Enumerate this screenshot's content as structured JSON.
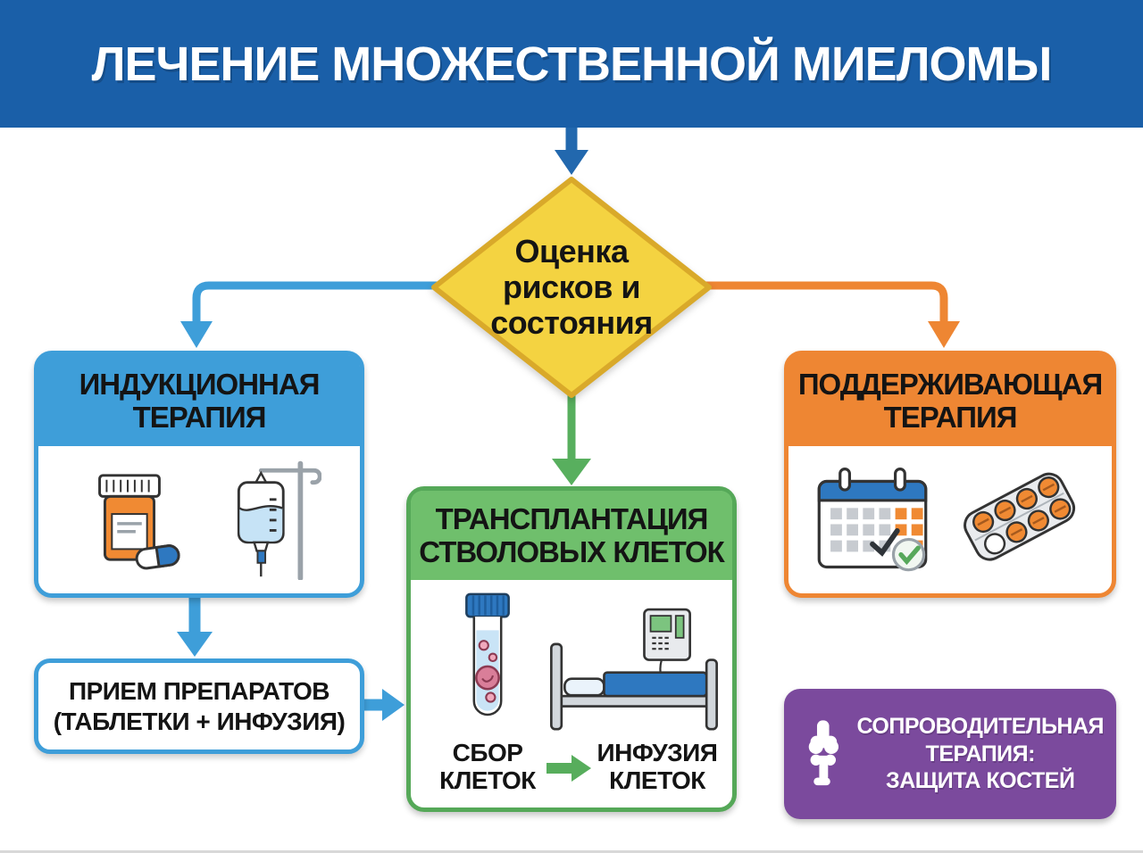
{
  "header": {
    "title": "ЛЕЧЕНИЕ МНОЖЕСТВЕННОЙ МИЕЛОМЫ"
  },
  "decision": {
    "label": "Оценка\nрисков и\nсостояния"
  },
  "boxes": {
    "induction": {
      "title": "ИНДУКЦИОННАЯ\nТЕРАПИЯ",
      "icons": [
        "pill-bottle-icon",
        "iv-drip-icon"
      ]
    },
    "transplant": {
      "title": "ТРАНСПЛАНТАЦИЯ\nСТВОЛОВЫХ КЛЕТОК",
      "step_collect": "СБОР\nКЛЕТОК",
      "step_infusion": "ИНФУЗИЯ\nКЛЕТОК",
      "icons": [
        "test-tube-icon",
        "hospital-bed-icon"
      ]
    },
    "maintenance": {
      "title": "ПОДДЕРЖИВАЮЩАЯ\nТЕРАПИЯ",
      "icons": [
        "calendar-check-icon",
        "pill-blister-icon"
      ]
    },
    "medication": {
      "label": "ПРИЕМ ПРЕПАРАТОВ\n(ТАБЛЕТКИ + ИНФУЗИЯ)"
    },
    "supportive": {
      "label": "СОПРОВОДИТЕЛЬНАЯ\nТЕРАПИЯ:\nЗАЩИТА КОСТЕЙ",
      "icons": [
        "bone-joint-icon"
      ]
    }
  },
  "flow": [
    {
      "from": "header",
      "to": "decision",
      "color": "#2268AE"
    },
    {
      "from": "decision",
      "to": "induction",
      "color": "#3E9ED9"
    },
    {
      "from": "decision",
      "to": "transplant",
      "color": "#58AF5E"
    },
    {
      "from": "decision",
      "to": "maintenance",
      "color": "#EE8633"
    },
    {
      "from": "induction",
      "to": "medication",
      "color": "#3E9ED9"
    },
    {
      "from": "medication",
      "to": "transplant",
      "color": "#3E9ED9"
    },
    {
      "from": "step_collect",
      "to": "step_infusion",
      "color": "#58AF5E"
    }
  ],
  "colors": {
    "header_bg": "#1A5FA8",
    "decision_fill": "#F4D341",
    "decision_border": "#D9A92A",
    "induction_accent": "#3E9ED9",
    "maintenance_accent": "#EE8633",
    "transplant_border": "#55A858",
    "transplant_head": "#6FBF6C",
    "supportive_bg": "#7B4A9D",
    "arrow_dark_blue": "#2268AE",
    "text_dark": "#141414",
    "text_light": "#FFFFFF"
  }
}
